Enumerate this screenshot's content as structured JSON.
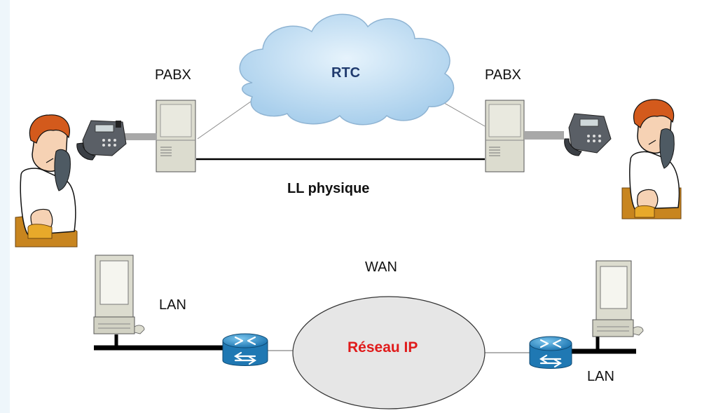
{
  "labels": {
    "pabx_left": "PABX",
    "pabx_right": "PABX",
    "rtc": "RTC",
    "ll_physique": "LL physique",
    "wan": "WAN",
    "lan_left": "LAN",
    "lan_right": "LAN",
    "reseau_ip": "Réseau IP"
  },
  "colors": {
    "cloud_fill": "#bcdaf0",
    "cloud_text": "#1f3a6e",
    "ellipse_fill": "#e6e6e6",
    "reseau_ip_text": "#e01b1b",
    "router": "#2d8fc7",
    "pabx_body": "#dcdccf",
    "link_thick": "#000000"
  },
  "icons": [
    "person-on-phone-icon",
    "desk-phone-icon",
    "pabx-server-icon",
    "cloud-icon",
    "computer-icon",
    "router-icon",
    "ip-network-ellipse"
  ]
}
